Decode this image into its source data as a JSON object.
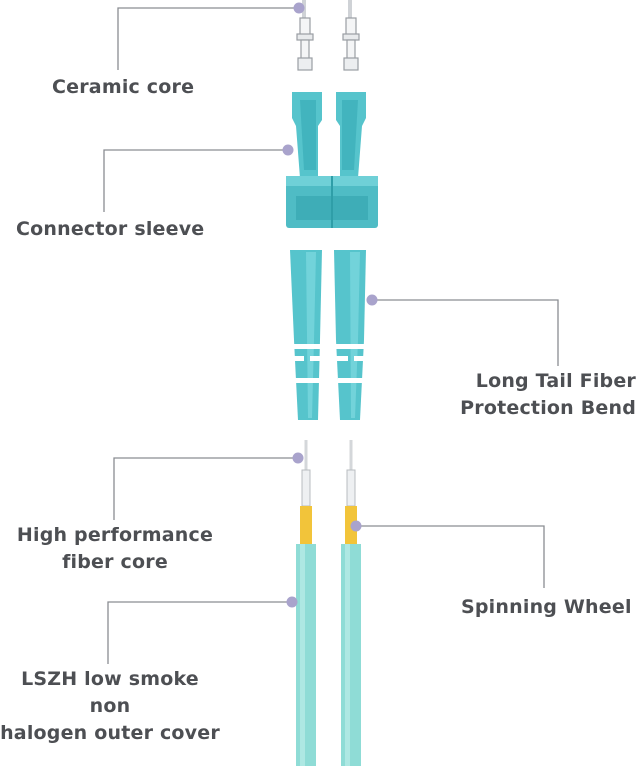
{
  "labels": {
    "ceramic_core": "Ceramic core",
    "connector_sleeve": "Connector sleeve",
    "long_tail": [
      "Long Tail Fiber",
      "Protection Bend"
    ],
    "high_performance": [
      "High performance",
      "fiber core"
    ],
    "spinning_wheel": "Spinning Wheel",
    "lszh": [
      "LSZH low smoke non",
      "halogen outer cover"
    ]
  },
  "colors": {
    "aqua": "#56c4cc",
    "aqua_dark": "#2fa6b0",
    "aqua_light": "#86dde2",
    "cable": "#8fdcd6",
    "buffer_yellow": "#f2c43a",
    "leader_line": "#8a8d92",
    "leader_dot": "#a9a3cc",
    "text": "#4d4f53"
  }
}
